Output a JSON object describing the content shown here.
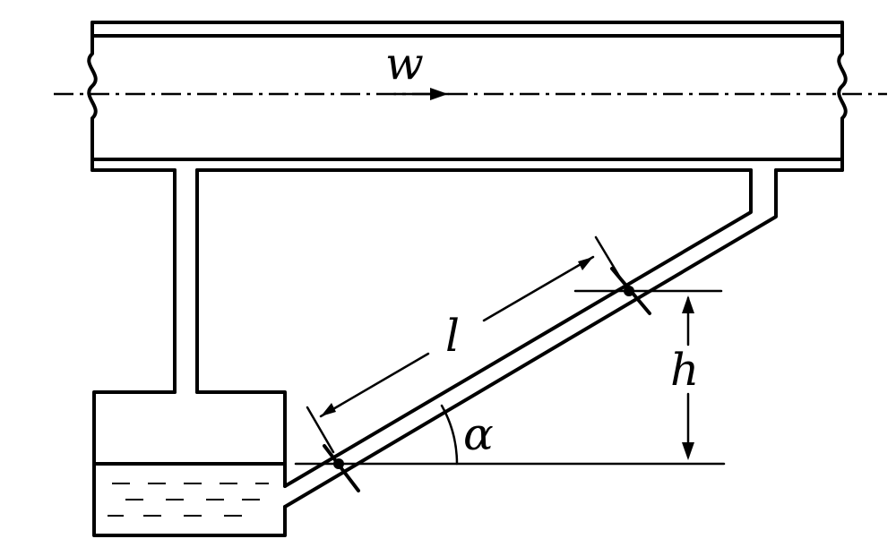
{
  "labels": {
    "velocity": "w",
    "length": "l",
    "height": "h",
    "angle": "α"
  }
}
